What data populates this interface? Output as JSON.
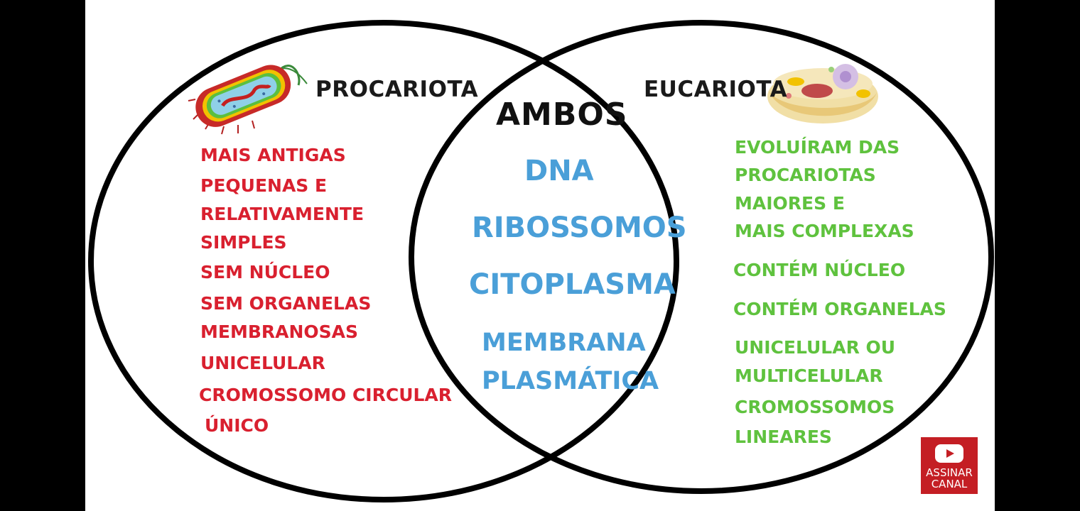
{
  "procariota": {
    "title": "PROCARIOTA",
    "items": [
      "MAIS ANTIGAS",
      "PEQUENAS E",
      "RELATIVAMENTE",
      "SIMPLES",
      "SEM NÚCLEO",
      "SEM ORGANELAS",
      "MEMBRANOSAS",
      "UNICELULAR",
      "CROMOSSOMO CIRCULAR",
      "ÚNICO"
    ]
  },
  "ambos": {
    "title": "AMBOS",
    "items": [
      "DNA",
      "RIBOSSOMOS",
      "CITOPLASMA",
      "MEMBRANA",
      "PLASMÁTICA"
    ]
  },
  "eucariota": {
    "title": "EUCARIOTA",
    "items": [
      "EVOLUÍRAM DAS",
      "PROCARIOTAS",
      "MAIORES E",
      "MAIS COMPLEXAS",
      "CONTÉM NÚCLEO",
      "CONTÉM ORGANELAS",
      "UNICELULAR OU",
      "MULTICELULAR",
      "CROMOSSOMOS",
      "LINEARES"
    ]
  },
  "subscribe": {
    "line1": "ASSINAR",
    "line2": "CANAL"
  },
  "colors": {
    "procariota": "#d9202f",
    "ambos": "#4a9fd8",
    "eucariota": "#5fc23e",
    "subscribe": "#c41e24"
  }
}
